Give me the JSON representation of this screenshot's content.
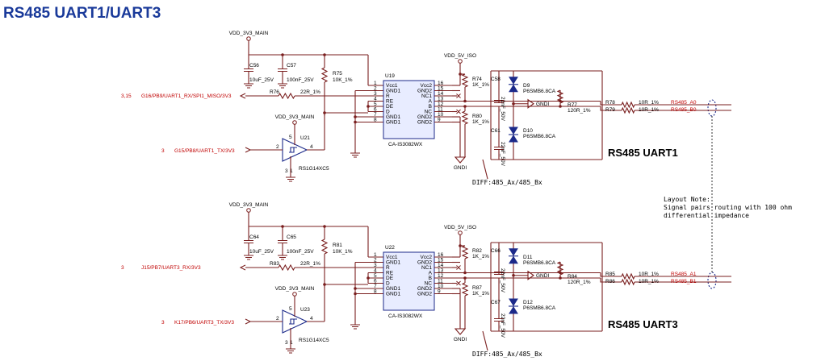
{
  "title": "RS485  UART1/UART3",
  "layout_note": [
    "Layout Note:",
    "Signal pairs routing with 100 ohm",
    "differential impedance"
  ],
  "channels": [
    {
      "name": "RS485 UART1",
      "vdd": "VDD_3V3_MAIN",
      "vdd_buf": "VDD_3V3_MAIN",
      "vdd_iso": "VDD_5V_ISO",
      "gnd_iso": "GNDI",
      "diff_note": "DIFF:485_Ax/485_Bx",
      "cap1": {
        "ref": "C56",
        "val": "10uF_25V"
      },
      "cap2": {
        "ref": "C57",
        "val": "100nF_25V"
      },
      "rpull": {
        "ref": "R75",
        "val": "10K_1%"
      },
      "rser": {
        "ref": "R76",
        "val": "22R_1%"
      },
      "ic": {
        "ref": "U19",
        "part": "CA-IS3082WX"
      },
      "buf": {
        "ref": "U21",
        "part": "RS1G14XC5"
      },
      "rx_net": "G16/PB9/UART1_RX/SPI1_MISO/3V3",
      "rx_page": "3,15",
      "tx_net": "G15/PB8/UART1_TX/3V3",
      "tx_page": "3",
      "bias_top": {
        "ref": "R74",
        "val": "1K_1%"
      },
      "bias_bot": {
        "ref": "R80",
        "val": "1K_1%"
      },
      "cap_top": {
        "ref": "C58",
        "val": "22nF_50V"
      },
      "cap_bot": {
        "ref": "C61",
        "val": "22nF_50V"
      },
      "tvs_top": {
        "ref": "D9",
        "val": "P6SMB6.8CA"
      },
      "tvs_bot": {
        "ref": "D10",
        "val": "P6SMB6.8CA"
      },
      "term": {
        "ref": "R77",
        "val": "120R_1%"
      },
      "ra": {
        "ref": "R78",
        "val": "10R_1%"
      },
      "rb": {
        "ref": "R79",
        "val": "10R_1%"
      },
      "net_a": "RS485_A0",
      "net_b": "RS485_B0"
    },
    {
      "name": "RS485 UART3",
      "vdd": "VDD_3V3_MAIN",
      "vdd_buf": "VDD_3V3_MAIN",
      "vdd_iso": "VDD_5V_ISO",
      "gnd_iso": "GNDI",
      "diff_note": "DIFF:485_Ax/485_Bx",
      "cap1": {
        "ref": "C64",
        "val": "10uF_25V"
      },
      "cap2": {
        "ref": "C65",
        "val": "100nF_25V"
      },
      "rpull": {
        "ref": "R81",
        "val": "10K_1%"
      },
      "rser": {
        "ref": "R83",
        "val": "22R_1%"
      },
      "ic": {
        "ref": "U22",
        "part": "CA-IS3082WX"
      },
      "buf": {
        "ref": "U23",
        "part": "RS1G14XC5"
      },
      "rx_net": "J15/PB7/UART3_RX/3V3",
      "rx_page": "3",
      "tx_net": "K17/PB6/UART3_TX/3V3",
      "tx_page": "3",
      "bias_top": {
        "ref": "R82",
        "val": "1K_1%"
      },
      "bias_bot": {
        "ref": "R87",
        "val": "1K_1%"
      },
      "cap_top": {
        "ref": "C66",
        "val": "22nF_50V"
      },
      "cap_bot": {
        "ref": "C67",
        "val": "22nF_50V"
      },
      "tvs_top": {
        "ref": "D11",
        "val": "P6SMB6.8CA"
      },
      "tvs_bot": {
        "ref": "D12",
        "val": "P6SMB6.8CA"
      },
      "term": {
        "ref": "R84",
        "val": "120R_1%"
      },
      "ra": {
        "ref": "R85",
        "val": "10R_1%"
      },
      "rb": {
        "ref": "R86",
        "val": "10R_1%"
      },
      "net_a": "RS485_A1",
      "net_b": "RS485_B1"
    }
  ],
  "ic_pins_left": [
    {
      "num": "1",
      "name": "Vcc1"
    },
    {
      "num": "2",
      "name": "GND1"
    },
    {
      "num": "3",
      "name": "R"
    },
    {
      "num": "4",
      "name": "RE"
    },
    {
      "num": "5",
      "name": "DE"
    },
    {
      "num": "6",
      "name": "D"
    },
    {
      "num": "7",
      "name": "GND1"
    },
    {
      "num": "8",
      "name": "GND1"
    }
  ],
  "ic_pins_right": [
    {
      "num": "16",
      "name": "Vcc2"
    },
    {
      "num": "15",
      "name": "GND2"
    },
    {
      "num": "14",
      "name": "NC1"
    },
    {
      "num": "13",
      "name": "A"
    },
    {
      "num": "12",
      "name": "B"
    },
    {
      "num": "11",
      "name": "NC"
    },
    {
      "num": "10",
      "name": "GND2"
    },
    {
      "num": "9",
      "name": "GND2"
    }
  ],
  "buf_pins": {
    "in": "2",
    "out": "4",
    "vcc": "5",
    "gnd": "3",
    "nc": "1"
  },
  "gndi_label": "GNDI",
  "colors": {
    "title": "#1a3a9a",
    "wire": "#7a1f1f",
    "net": "#c00000",
    "body": "#1c2a8a"
  }
}
